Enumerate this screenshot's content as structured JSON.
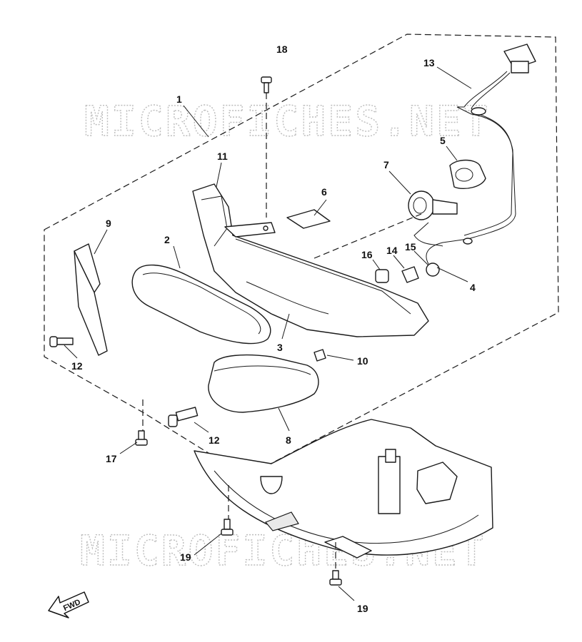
{
  "watermark": {
    "top": "MICROFICHES.NET",
    "bottom": "MICROFICHES.NET"
  },
  "fwd_label": "FWD",
  "callouts": {
    "c1": "1",
    "c2": "2",
    "c3": "3",
    "c4": "4",
    "c5": "5",
    "c6": "6",
    "c7": "7",
    "c8": "8",
    "c9": "9",
    "c10": "10",
    "c11": "11",
    "c12a": "12",
    "c12b": "12",
    "c13": "13",
    "c14": "14",
    "c15": "15",
    "c16": "16",
    "c17": "17",
    "c18": "18",
    "c19a": "19",
    "c19b": "19"
  }
}
